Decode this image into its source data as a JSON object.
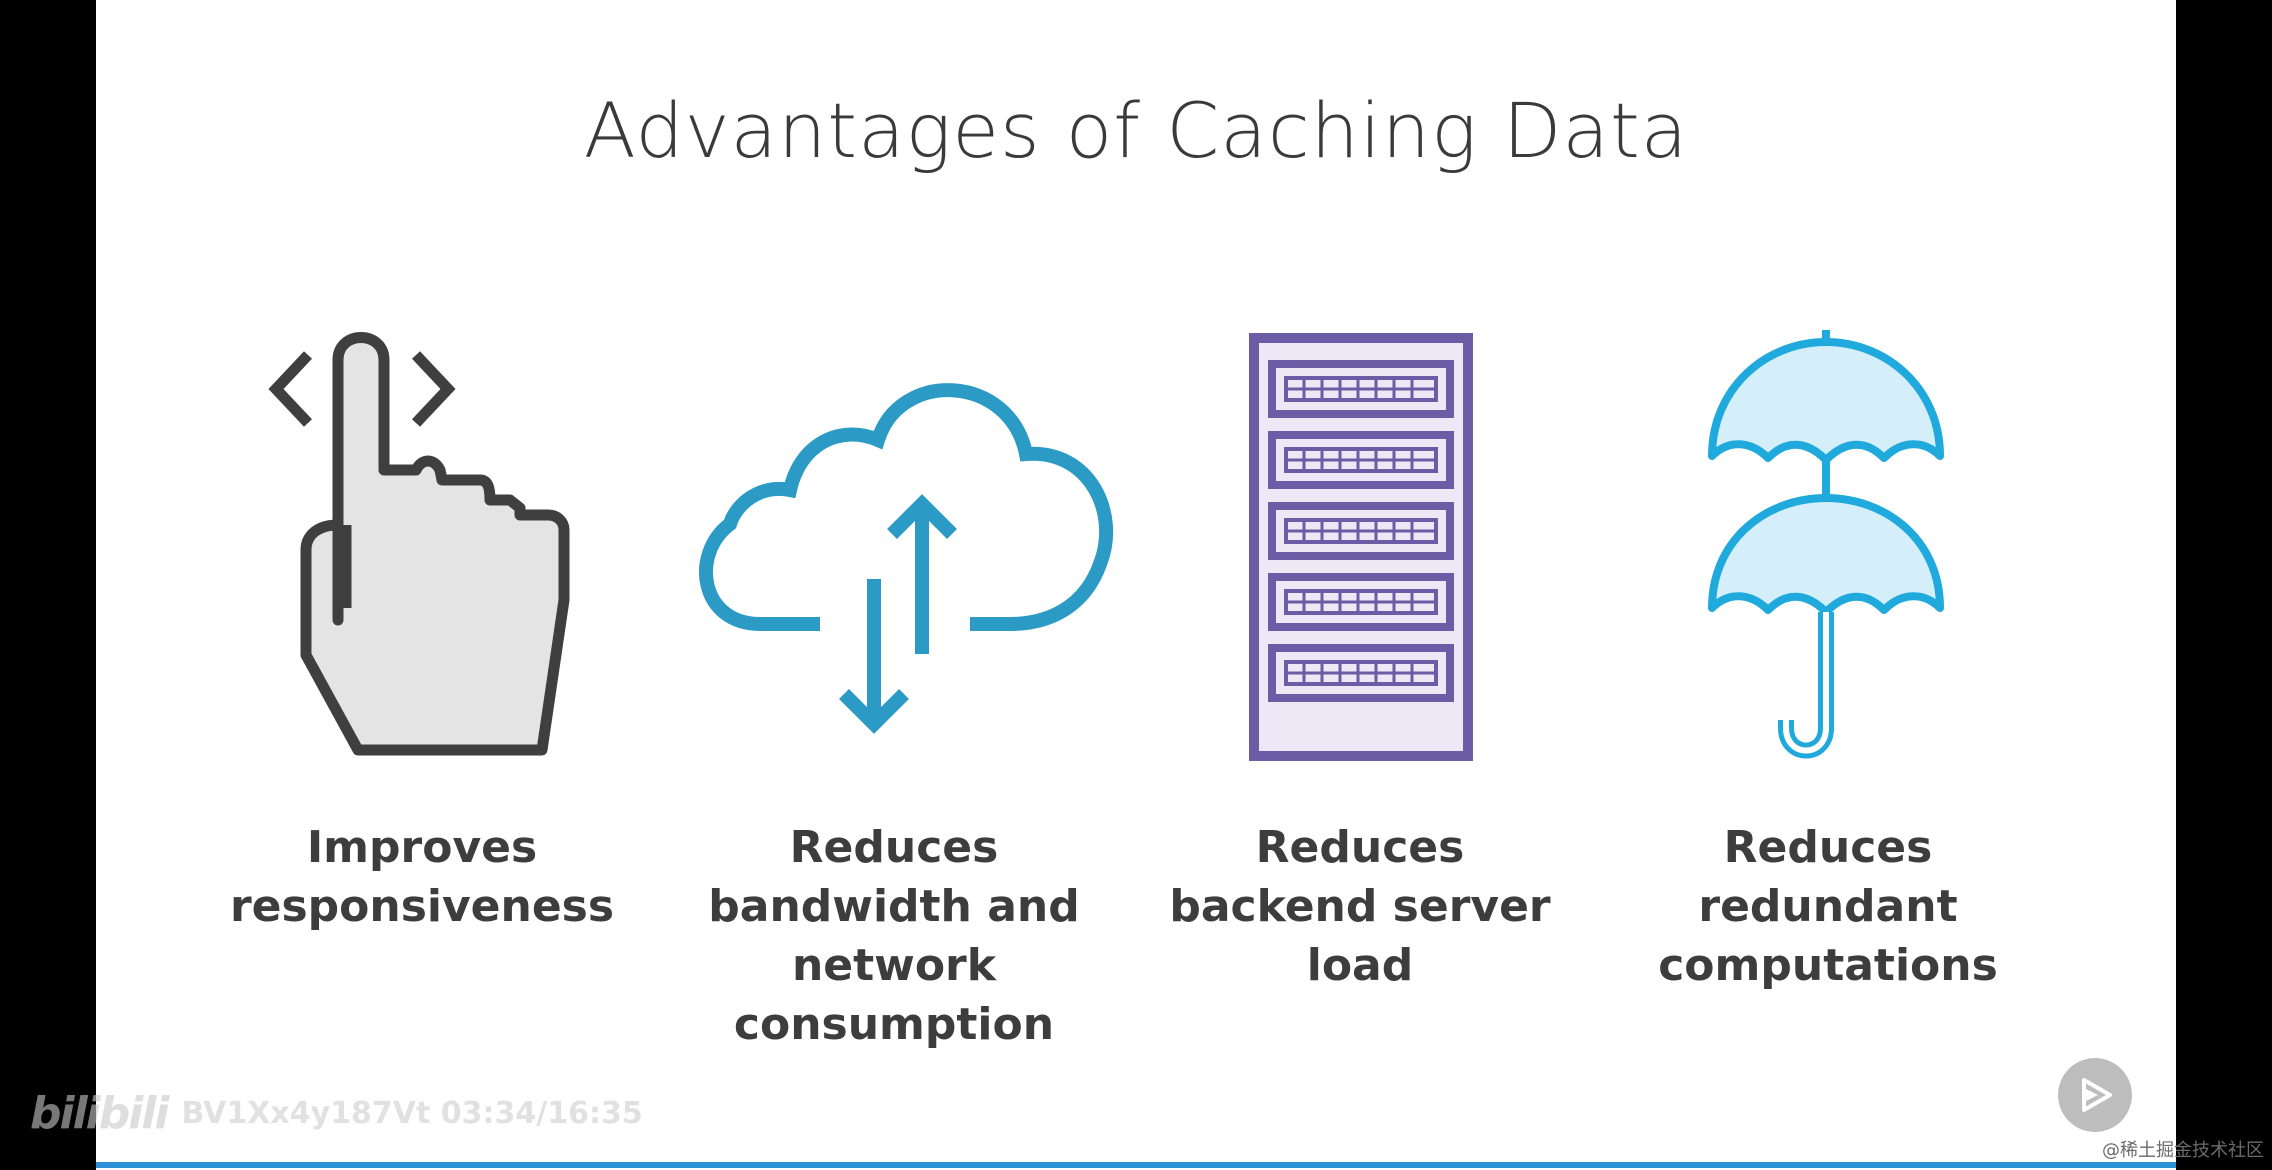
{
  "slide": {
    "title": "Advantages of Caching Data",
    "items": [
      {
        "icon": "touch-gesture-icon",
        "caption_lines": [
          "Improves",
          "responsiveness"
        ]
      },
      {
        "icon": "cloud-transfer-icon",
        "caption_lines": [
          "Reduces",
          "bandwidth and",
          "network",
          "consumption"
        ]
      },
      {
        "icon": "server-rack-icon",
        "caption_lines": [
          "Reduces",
          "backend server",
          "load"
        ]
      },
      {
        "icon": "double-umbrella-icon",
        "caption_lines": [
          "Reduces",
          "redundant",
          "computations"
        ]
      }
    ]
  },
  "player": {
    "logo_text": "bilibili",
    "video_id_time": "BV1Xx4y187Vt 03:34/16:35",
    "progress": 0.2145,
    "corner_credit": "@稀土掘金技术社区"
  },
  "colors": {
    "title_text": "#3a3a3a",
    "caption_text": "#3d3d3d",
    "hand_outline": "#3f3f3f",
    "hand_fill": "#e4e4e4",
    "cloud_blue": "#2b9bc6",
    "server_purple": "#6b5ca5",
    "server_fill": "#ece8f5",
    "umbrella_blue": "#1fa9dc",
    "umbrella_fill": "#d4eefa",
    "progress_blue": "#2d8fd6"
  }
}
